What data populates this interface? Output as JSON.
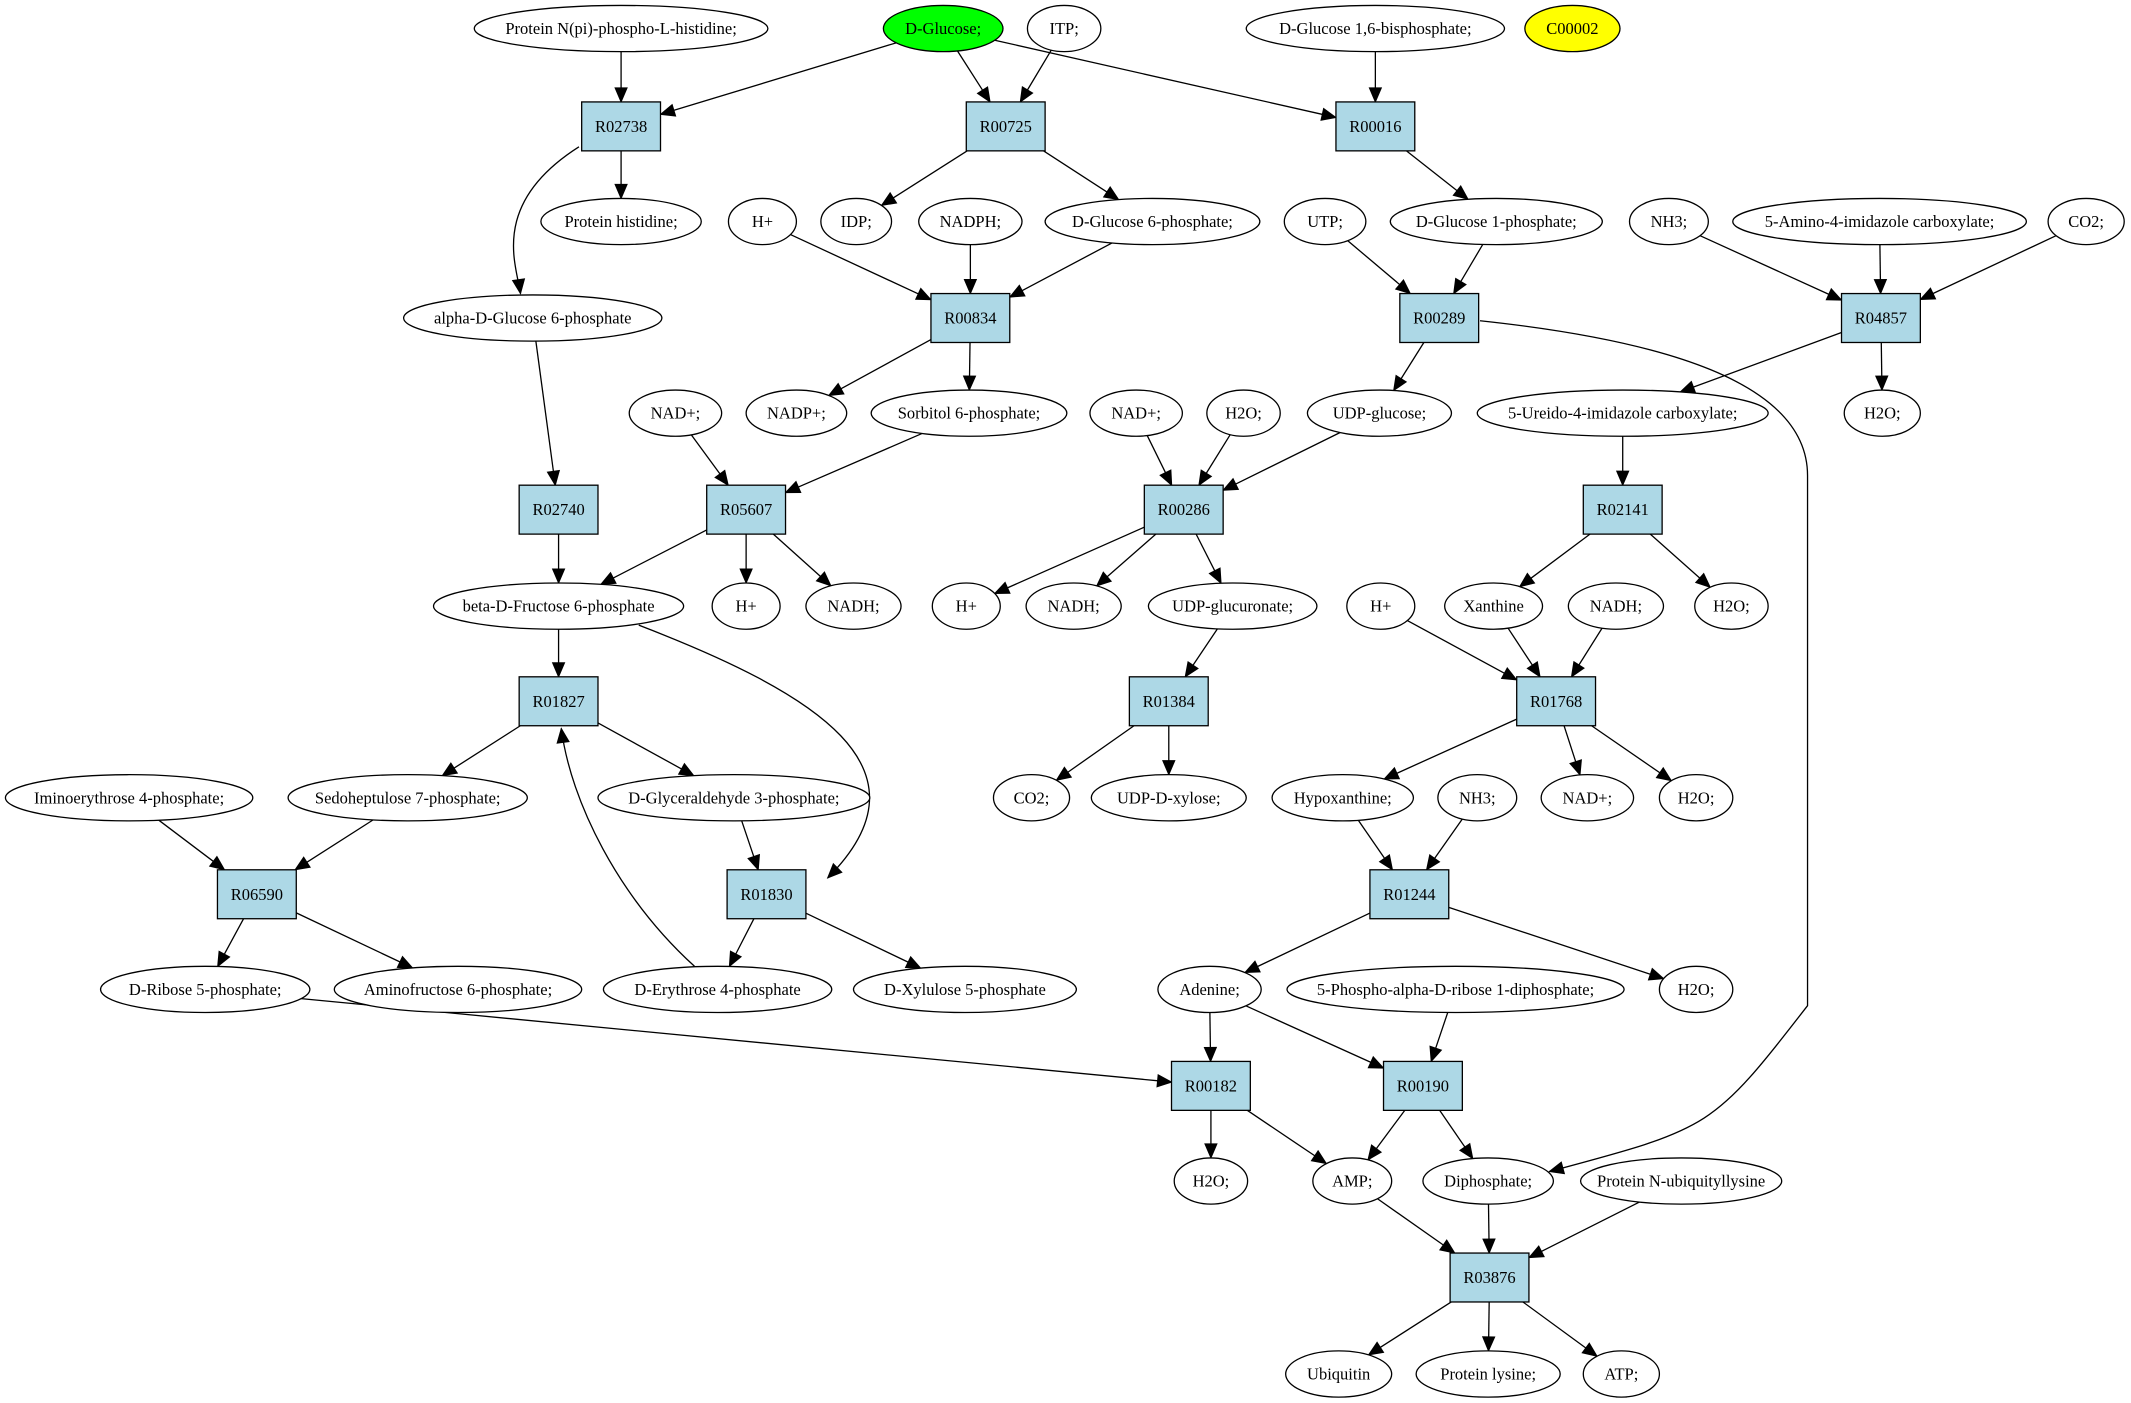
{
  "diagram": {
    "colors": {
      "reaction_fill": "#add8e6",
      "compound_fill": "#ffffff",
      "highlight_green": "#00ff00",
      "highlight_yellow": "#ffff00",
      "line": "#000000"
    },
    "compounds": [
      {
        "id": "c_protein_npi",
        "label": "Protein N(pi)-phospho-L-histidine;"
      },
      {
        "id": "c_dglucose",
        "label": "D-Glucose;",
        "fill": "#00ff00"
      },
      {
        "id": "c_itp",
        "label": "ITP;"
      },
      {
        "id": "c_glc16bp",
        "label": "D-Glucose 1,6-bisphosphate;"
      },
      {
        "id": "c_c00002",
        "label": "C00002",
        "fill": "#ffff00"
      },
      {
        "id": "c_protein_his",
        "label": "Protein histidine;"
      },
      {
        "id": "c_hplus_1",
        "label": "H+"
      },
      {
        "id": "c_idp",
        "label": "IDP;"
      },
      {
        "id": "c_nadph",
        "label": "NADPH;"
      },
      {
        "id": "c_g6p",
        "label": "D-Glucose 6-phosphate;"
      },
      {
        "id": "c_utp",
        "label": "UTP;"
      },
      {
        "id": "c_g1p",
        "label": "D-Glucose 1-phosphate;"
      },
      {
        "id": "c_nh3_1",
        "label": "NH3;"
      },
      {
        "id": "c_aica",
        "label": "5-Amino-4-imidazole carboxylate;"
      },
      {
        "id": "c_co2_1",
        "label": "CO2;"
      },
      {
        "id": "c_adg6p",
        "label": "alpha-D-Glucose 6-phosphate"
      },
      {
        "id": "c_nadpplus",
        "label": "NADP+;"
      },
      {
        "id": "c_sorb6p",
        "label": "Sorbitol 6-phosphate;"
      },
      {
        "id": "c_nadplus_1",
        "label": "NAD+;"
      },
      {
        "id": "c_nadplus_2",
        "label": "NAD+;"
      },
      {
        "id": "c_h2o_1",
        "label": "H2O;"
      },
      {
        "id": "c_udpglc",
        "label": "UDP-glucose;"
      },
      {
        "id": "c_uica",
        "label": "5-Ureido-4-imidazole carboxylate;"
      },
      {
        "id": "c_h2o_2",
        "label": "H2O;"
      },
      {
        "id": "c_bdf6p",
        "label": "beta-D-Fructose 6-phosphate"
      },
      {
        "id": "c_hplus_2",
        "label": "H+"
      },
      {
        "id": "c_nadh_1",
        "label": "NADH;"
      },
      {
        "id": "c_hplus_3",
        "label": "H+"
      },
      {
        "id": "c_nadh_2",
        "label": "NADH;"
      },
      {
        "id": "c_udpglcua",
        "label": "UDP-glucuronate;"
      },
      {
        "id": "c_hplus_4",
        "label": "H+"
      },
      {
        "id": "c_xanthine",
        "label": "Xanthine"
      },
      {
        "id": "c_nadh_3",
        "label": "NADH;"
      },
      {
        "id": "c_h2o_3",
        "label": "H2O;"
      },
      {
        "id": "c_imino_e4p",
        "label": "Iminoerythrose 4-phosphate;"
      },
      {
        "id": "c_s7p",
        "label": "Sedoheptulose 7-phosphate;"
      },
      {
        "id": "c_gap",
        "label": "D-Glyceraldehyde 3-phosphate;"
      },
      {
        "id": "c_co2_2",
        "label": "CO2;"
      },
      {
        "id": "c_udpxyl",
        "label": "UDP-D-xylose;"
      },
      {
        "id": "c_hypoxanthine",
        "label": "Hypoxanthine;"
      },
      {
        "id": "c_nh3_2",
        "label": "NH3;"
      },
      {
        "id": "c_nadplus_3",
        "label": "NAD+;"
      },
      {
        "id": "c_h2o_4",
        "label": "H2O;"
      },
      {
        "id": "c_r5p",
        "label": "D-Ribose 5-phosphate;"
      },
      {
        "id": "c_af6p",
        "label": "Aminofructose 6-phosphate;"
      },
      {
        "id": "c_e4p",
        "label": "D-Erythrose 4-phosphate"
      },
      {
        "id": "c_xu5p",
        "label": "D-Xylulose 5-phosphate"
      },
      {
        "id": "c_adenine",
        "label": "Adenine;"
      },
      {
        "id": "c_prpp",
        "label": "5-Phospho-alpha-D-ribose 1-diphosphate;"
      },
      {
        "id": "c_h2o_5",
        "label": "H2O;"
      },
      {
        "id": "c_h2o_6",
        "label": "H2O;"
      },
      {
        "id": "c_amp",
        "label": "AMP;"
      },
      {
        "id": "c_diphosphate",
        "label": "Diphosphate;"
      },
      {
        "id": "c_prot_ubi",
        "label": "Protein N-ubiquityllysine"
      },
      {
        "id": "c_ubiquitin",
        "label": "Ubiquitin"
      },
      {
        "id": "c_prot_lys",
        "label": "Protein lysine;"
      },
      {
        "id": "c_atp",
        "label": "ATP;"
      }
    ],
    "reactions": [
      {
        "id": "R02738",
        "label": "R02738"
      },
      {
        "id": "R00725",
        "label": "R00725"
      },
      {
        "id": "R00016",
        "label": "R00016"
      },
      {
        "id": "R00834",
        "label": "R00834"
      },
      {
        "id": "R00289",
        "label": "R00289"
      },
      {
        "id": "R04857",
        "label": "R04857"
      },
      {
        "id": "R02740",
        "label": "R02740"
      },
      {
        "id": "R05607",
        "label": "R05607"
      },
      {
        "id": "R00286",
        "label": "R00286"
      },
      {
        "id": "R02141",
        "label": "R02141"
      },
      {
        "id": "R01827",
        "label": "R01827"
      },
      {
        "id": "R01384",
        "label": "R01384"
      },
      {
        "id": "R01768",
        "label": "R01768"
      },
      {
        "id": "R06590",
        "label": "R06590"
      },
      {
        "id": "R01830",
        "label": "R01830"
      },
      {
        "id": "R01244",
        "label": "R01244"
      },
      {
        "id": "R00182",
        "label": "R00182"
      },
      {
        "id": "R00190",
        "label": "R00190"
      },
      {
        "id": "R03876",
        "label": "R03876"
      }
    ],
    "edges": [
      [
        "c_protein_npi",
        "R02738"
      ],
      [
        "c_dglucose",
        "R02738"
      ],
      [
        "R02738",
        "c_protein_his"
      ],
      [
        "R02738",
        "c_adg6p"
      ],
      [
        "c_dglucose",
        "R00725"
      ],
      [
        "c_itp",
        "R00725"
      ],
      [
        "R00725",
        "c_idp"
      ],
      [
        "R00725",
        "c_g6p"
      ],
      [
        "c_dglucose",
        "R00016"
      ],
      [
        "c_glc16bp",
        "R00016"
      ],
      [
        "R00016",
        "c_g1p"
      ],
      [
        "c_hplus_1",
        "R00834"
      ],
      [
        "c_nadph",
        "R00834"
      ],
      [
        "c_g6p",
        "R00834"
      ],
      [
        "R00834",
        "c_nadpplus"
      ],
      [
        "R00834",
        "c_sorb6p"
      ],
      [
        "c_utp",
        "R00289"
      ],
      [
        "c_g1p",
        "R00289"
      ],
      [
        "R00289",
        "c_udpglc"
      ],
      [
        "R00289",
        "c_diphosphate"
      ],
      [
        "c_nh3_1",
        "R04857"
      ],
      [
        "c_aica",
        "R04857"
      ],
      [
        "c_co2_1",
        "R04857"
      ],
      [
        "R04857",
        "c_uica"
      ],
      [
        "R04857",
        "c_h2o_2"
      ],
      [
        "c_adg6p",
        "R02740"
      ],
      [
        "R02740",
        "c_bdf6p"
      ],
      [
        "c_nadplus_1",
        "R05607"
      ],
      [
        "c_sorb6p",
        "R05607"
      ],
      [
        "R05607",
        "c_bdf6p"
      ],
      [
        "R05607",
        "c_hplus_2"
      ],
      [
        "R05607",
        "c_nadh_1"
      ],
      [
        "c_nadplus_2",
        "R00286"
      ],
      [
        "c_h2o_1",
        "R00286"
      ],
      [
        "c_udpglc",
        "R00286"
      ],
      [
        "R00286",
        "c_hplus_3"
      ],
      [
        "R00286",
        "c_nadh_2"
      ],
      [
        "R00286",
        "c_udpglcua"
      ],
      [
        "c_uica",
        "R02141"
      ],
      [
        "R02141",
        "c_xanthine"
      ],
      [
        "R02141",
        "c_h2o_3"
      ],
      [
        "c_bdf6p",
        "R01827"
      ],
      [
        "c_e4p",
        "R01827"
      ],
      [
        "R01827",
        "c_s7p"
      ],
      [
        "R01827",
        "c_gap"
      ],
      [
        "c_bdf6p",
        "R01830"
      ],
      [
        "c_gap",
        "R01830"
      ],
      [
        "R01830",
        "c_e4p"
      ],
      [
        "R01830",
        "c_xu5p"
      ],
      [
        "c_udpglcua",
        "R01384"
      ],
      [
        "R01384",
        "c_co2_2"
      ],
      [
        "R01384",
        "c_udpxyl"
      ],
      [
        "c_hplus_4",
        "R01768"
      ],
      [
        "c_xanthine",
        "R01768"
      ],
      [
        "c_nadh_3",
        "R01768"
      ],
      [
        "R01768",
        "c_hypoxanthine"
      ],
      [
        "R01768",
        "c_nadplus_3"
      ],
      [
        "R01768",
        "c_h2o_4"
      ],
      [
        "c_imino_e4p",
        "R06590"
      ],
      [
        "c_s7p",
        "R06590"
      ],
      [
        "R06590",
        "c_r5p"
      ],
      [
        "R06590",
        "c_af6p"
      ],
      [
        "c_hypoxanthine",
        "R01244"
      ],
      [
        "c_nh3_2",
        "R01244"
      ],
      [
        "R01244",
        "c_adenine"
      ],
      [
        "R01244",
        "c_h2o_5"
      ],
      [
        "c_r5p",
        "R00182"
      ],
      [
        "c_adenine",
        "R00182"
      ],
      [
        "R00182",
        "c_h2o_6"
      ],
      [
        "R00182",
        "c_amp"
      ],
      [
        "c_adenine",
        "R00190"
      ],
      [
        "c_prpp",
        "R00190"
      ],
      [
        "R00190",
        "c_amp"
      ],
      [
        "R00190",
        "c_diphosphate"
      ],
      [
        "c_amp",
        "R03876"
      ],
      [
        "c_diphosphate",
        "R03876"
      ],
      [
        "c_prot_ubi",
        "R03876"
      ],
      [
        "R03876",
        "c_ubiquitin"
      ],
      [
        "R03876",
        "c_prot_lys"
      ],
      [
        "R03876",
        "c_atp"
      ]
    ]
  }
}
